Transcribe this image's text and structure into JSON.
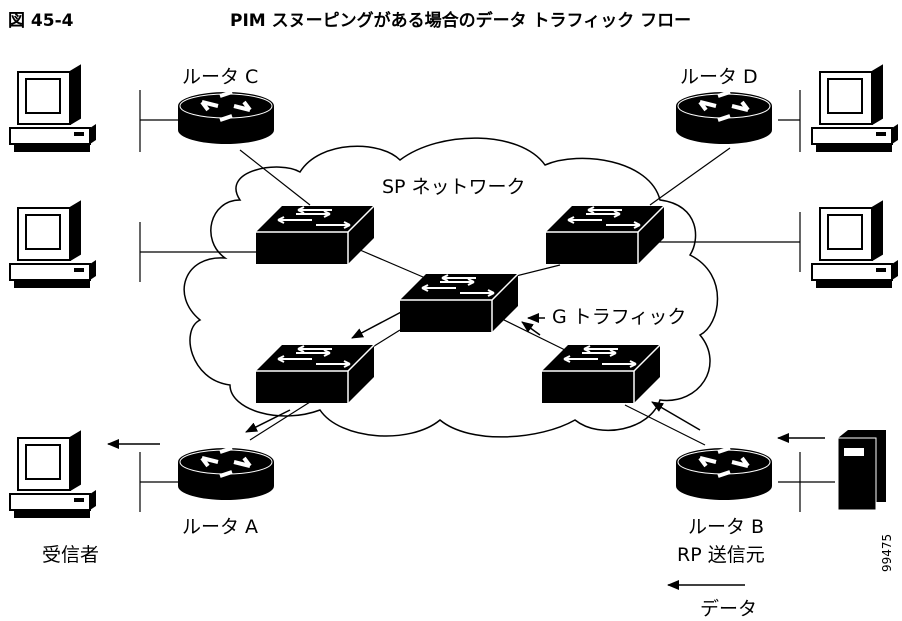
{
  "figure": {
    "number": "図 45-4",
    "title": "PIM スヌーピングがある場合のデータ トラフィック フロー"
  },
  "labels": {
    "router_c": "ルータ C",
    "router_d": "ルータ D",
    "router_a": "ルータ A",
    "router_b": "ルータ B",
    "rp_source": "RP 送信元",
    "sp_network": "SP ネットワーク",
    "g_traffic": "G トラフィック",
    "receiver": "受信者",
    "data_legend": "データ",
    "image_id": "99475"
  }
}
